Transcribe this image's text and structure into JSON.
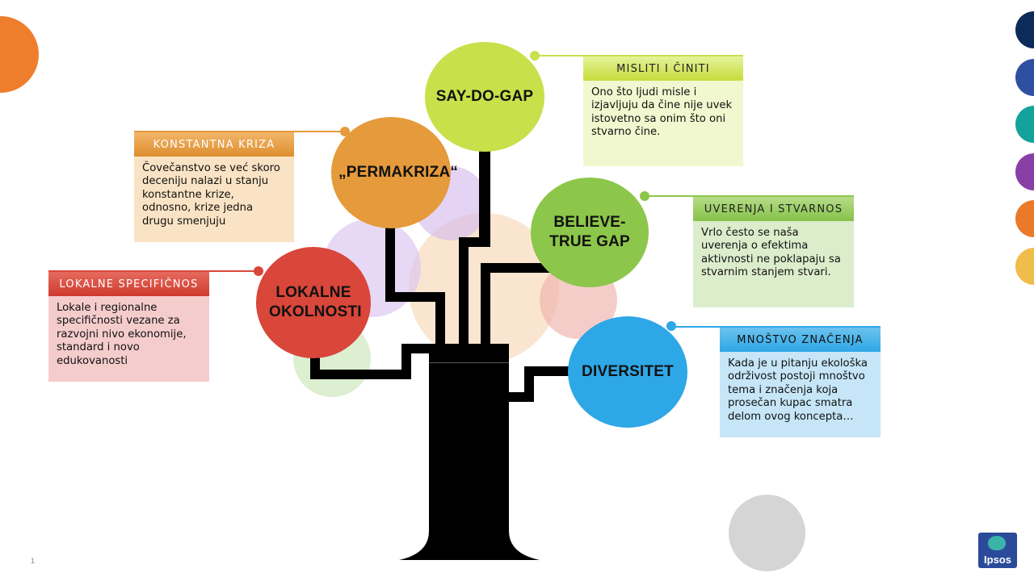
{
  "nodes": {
    "say_do_gap": {
      "label": "SAY-DO-GAP",
      "color": "#c8e04a"
    },
    "permakriza": {
      "label": "„PERMAKRIZA“",
      "color": "#e59a3b"
    },
    "believe_true_gap": {
      "label": "BELIEVE-TRUE GAP",
      "color": "#8cc64a"
    },
    "lokalne_okolnosti": {
      "label": "LOKALNE OKOLNOSTI",
      "color": "#d9463a"
    },
    "diversitet": {
      "label": "DIVERSITET",
      "color": "#2ea7e6"
    }
  },
  "callouts": {
    "misliti": {
      "title": "MISLITI I ČINITI",
      "text": "Ono što ljudi misle i izjavljuju da čine nije uvek istovetno sa onim što oni stvarno čine."
    },
    "konstantna": {
      "title": "KONSTANTNA KRIZA",
      "text": "Čovečanstvo se već skoro deceniju nalazi u stanju konstantne krize, odnosno, krize jedna drugu smenjuju"
    },
    "uverenja": {
      "title": "UVERENJA I STVARNOS",
      "text": "Vrlo često se naša uverenja o efektima aktivnosti ne poklapaju sa stvarnim stanjem stvari."
    },
    "lokalne": {
      "title": "LOKALNE SPECIFIČNOS",
      "text": "Lokale i regionalne specifičnosti vezane za razvojni nivo ekonomije, standard i novo edukovanosti"
    },
    "mnostvo": {
      "title": "MNOŠTVO ZNAČENJA",
      "text": "Kada je u pitanju ekološka održivost postoji mnoštvo tema i značenja koja prosečan kupac smatra delom ovog koncepta…"
    }
  },
  "theme_colors": [
    "#0c2a5a",
    "#2f4fa0",
    "#14a39a",
    "#8a3fa6",
    "#ea7a2a",
    "#f1bd4a"
  ],
  "footer": {
    "slide_number": "1",
    "logo_text": "Ipsos"
  }
}
